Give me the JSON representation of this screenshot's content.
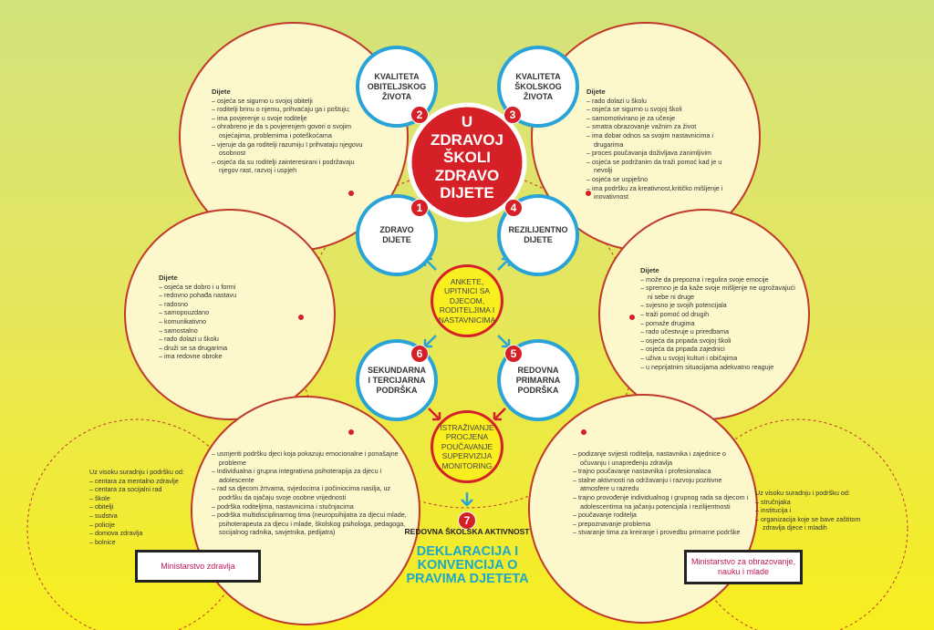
{
  "center": {
    "title_lines": [
      "U",
      "ZDRAVOJ",
      "ŠKOLI",
      "ZDRAVO",
      "DIJETE"
    ]
  },
  "nodes": [
    {
      "number": "1",
      "label": "ZDRAVO DIJETE"
    },
    {
      "number": "2",
      "label": "KVALITETA OBITELJSKOG ŽIVOTA"
    },
    {
      "number": "3",
      "label": "KVALITETA ŠKOLSKOG ŽIVOTA"
    },
    {
      "number": "4",
      "label": "REZILIJENTNO DIJETE"
    },
    {
      "number": "5",
      "label": "REDOVNA PRIMARNA PODRŠKA"
    },
    {
      "number": "6",
      "label": "SEKUNDARNA I TERCIJARNA PODRŠKA"
    },
    {
      "number": "7",
      "label": "REDOVNA ŠKOLSKA AKTIVNOST"
    }
  ],
  "survey": "ANKETE, UPITNICI SA DJECOM, RODITELJIMA I NASTAVNICIMA",
  "research": "ISTRAŽIVANJE PROCJENA POUČAVANJE SUPERVIZIJA MONITORING",
  "declaration": "DEKLARACIJA I KONVENCIJA O PRAVIMA DJETETA",
  "panels": {
    "family": {
      "heading": "Dijete",
      "items": [
        "osjeća se sigurno u svojoj obitelji",
        "roditelji brinu o njemu, prihvaćaju ga i poštuju;",
        "ima povjerenje u svoje roditelje",
        "ohrabreno je da s povjerenjem govori o svojim osjećajima, problemima i poteškoćama",
        "vjeruje da ga roditelji razumiju I prihvataju njegovu osobnost",
        "osjeća da su roditelji zainteresirani i podržavaju njegov rast, razvoj i uspjeh"
      ]
    },
    "school": {
      "heading": "Dijete",
      "items": [
        "rado dolazi u školu",
        "osjeća se sigurno u svojoj školi",
        "samomotivirano je za učenje",
        "smatra obrazovanje važnim za život",
        "ima dobar odnos sa svojim nastavnicima i drugarima",
        "proces poučavanja doživljava zanimljivim",
        "osjeća se podržanim da traži pomoć kad je u nevolji",
        "osjeća se uspješno",
        "ima podršku za kreativnost,kritičko mišljenje i inovativnost"
      ]
    },
    "healthy": {
      "heading": "Dijete",
      "items": [
        "osjeća se dobro i u formi",
        "redovno pohađa nastavu",
        "radosno",
        "samopouzdano",
        "komunikativno",
        "samostalno",
        "rado dolazi u školu",
        "druži se sa drugarima",
        "ima redovne obroke"
      ]
    },
    "resilient": {
      "heading": "Dijete",
      "items": [
        "može da prepozna i regulira svoje emocije",
        "spremno je da kaže svoje mišljenje ne ugrožavajući ni sebe ni druge",
        "svjesno je svojih potencijala",
        "traži pomoć od drugih",
        "pomaže drugima",
        "rado učestvuje u priredbama",
        "osjeća da pripada svojoj školi",
        "osjeća da pripada zajednici",
        "uživa u svojoj kulturi i običajima",
        "u neprijatnim situacijama adekvatno reaguje"
      ]
    },
    "secondary": {
      "items": [
        "usmjeriti podršku djeci koja pokazuju emocionalne i ponašajne probleme",
        "individualna i grupna integrativna psihoterapija za djecu i adolescente",
        "rad sa djecom žrtvama, svjedocima i počiniocima nasilja, uz podršku da ojačaju svoje osobne vrijednosti",
        "podrška roditeljima, nastavnicima i stučnjacima",
        "podrška multidisciplinarnog tima (neuropsihijatra za djecui mlade, psihoterapeuta za djecu i mlade, školskog psihologa, pedagoga, socijalnog radnika, savjetnika, pedijatra)"
      ]
    },
    "primary": {
      "items": [
        "podizanje svijesti roditelja, nastavnika i zajednice o očuvanju i unapređenju zdravlja",
        "trajno poučavanje nastavnika i profesionalaca",
        "stalne aktivnosti na održavanju i razvoju pozitivne atmosfere u razredu",
        "trajno provođenje individualnog i grupnog rada sa djecom i adolescentima na jačanju potencijala i rezilijentnosti",
        "poučavanje roditelja",
        "prepoznavanje problema",
        "stvaranje tima za kreiranje i provedbu primarne podrške"
      ]
    },
    "health_partners": {
      "heading": "Uz visoku suradnju i podršku od:",
      "items": [
        "centara za mentalno zdravlje",
        "centara za socijalni rad",
        "škole",
        "obitelji",
        "sudstva",
        "policije",
        "domova zdravlja",
        "bolnice"
      ]
    },
    "edu_partners": {
      "heading": "Uz visoku suradnju i podršku od:",
      "items": [
        "stručnjaka",
        "institucija i",
        "organizacija koje se bave zaštitom zdravlja djece i mladih"
      ]
    }
  },
  "ministries": {
    "health": "Ministarstvo zdravlja",
    "education": "Ministarstvo za obrazovanje, nauku i mlade"
  },
  "colors": {
    "red": "#d62027",
    "blue": "#2aa3d6",
    "cyan": "#1ca9c9",
    "cream": "#fdf8cc"
  }
}
